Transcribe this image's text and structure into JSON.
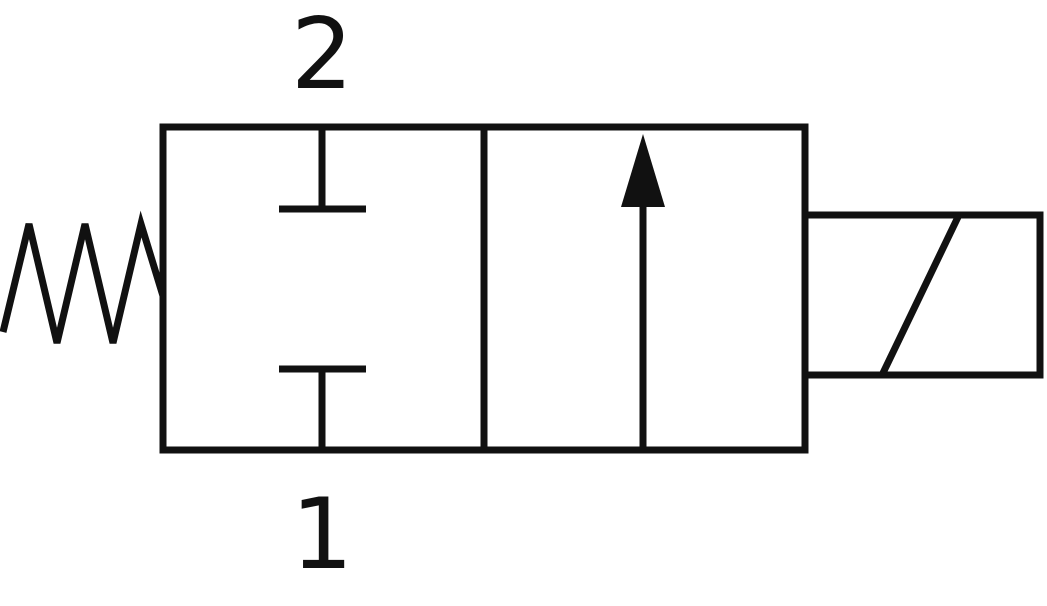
{
  "diagram": {
    "kind": "valve-schematic-symbol"
  },
  "labels": {
    "top_port": "2",
    "bottom_port": "1"
  },
  "colors": {
    "line": "#111111",
    "background": "#ffffff"
  },
  "icons": {
    "spring": "spring-return-icon",
    "solenoid": "solenoid-actuator-icon",
    "flow_arrow": "flow-path-arrow-icon",
    "blocked_ports": "blocked-ports-icon"
  }
}
